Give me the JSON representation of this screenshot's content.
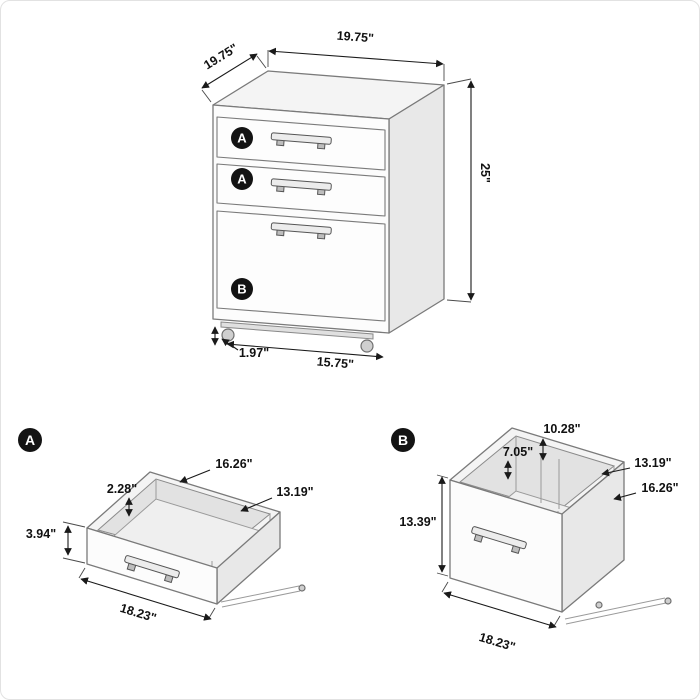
{
  "colors": {
    "badge": "#131313",
    "line": "#7a7a7a",
    "dimension": "#1a1a1a"
  },
  "main_view": {
    "badges": {
      "drawer1": "A",
      "drawer2": "A",
      "drawer3": "B"
    },
    "dimensions": {
      "top_width": "19.75\"",
      "top_depth": "19.75\"",
      "height": "25\"",
      "caster_height": "1.97\"",
      "base_width": "15.75\""
    }
  },
  "detail_a": {
    "badge": "A",
    "dimensions": {
      "interior_depth": "16.26\"",
      "rim_inset": "2.28\"",
      "interior_width": "13.19\"",
      "front_height": "3.94\"",
      "outer_width": "18.23\""
    }
  },
  "detail_b": {
    "badge": "B",
    "dimensions": {
      "rim_depth": "10.28\"",
      "inner_offset": "7.05\"",
      "interior_width": "13.19\"",
      "interior_depth": "16.26\"",
      "front_height": "13.39\"",
      "outer_width": "18.23\""
    }
  }
}
